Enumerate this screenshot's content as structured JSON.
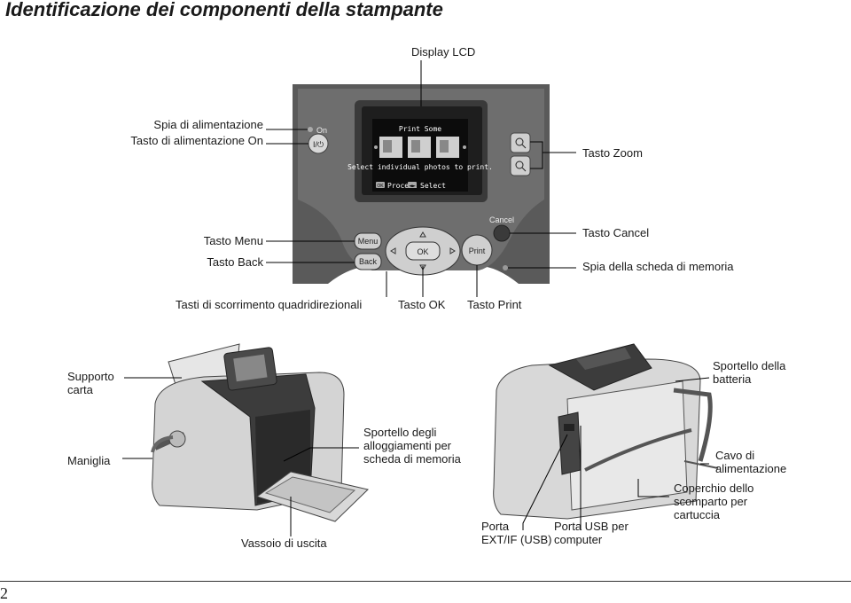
{
  "title": "Identificazione dei componenti della stampante",
  "page_number": "2",
  "panel": {
    "on_label": "On",
    "power_key": "I/⏻",
    "menu_key": "Menu",
    "back_key": "Back",
    "ok_key": "OK",
    "print_key": "Print",
    "cancel_key": "Cancel",
    "screen": {
      "title": "Print Some",
      "instruction": "Select individual photos to print.",
      "ok_hint": "OK",
      "proceed": "Proceed",
      "arrows_hint": "◄►",
      "select": "Select"
    }
  },
  "labels": {
    "display_lcd": "Display LCD",
    "spia_alimentazione": "Spia di alimentazione",
    "tasto_on": "Tasto di alimentazione On",
    "tasto_zoom": "Tasto Zoom",
    "tasto_menu": "Tasto Menu",
    "tasto_back": "Tasto Back",
    "tasto_cancel": "Tasto Cancel",
    "spia_scheda": "Spia della scheda di memoria",
    "tasti_scorrimento": "Tasti di scorrimento quadridirezionali",
    "tasto_ok": "Tasto OK",
    "tasto_print": "Tasto Print",
    "supporto_carta": [
      "Supporto",
      "carta"
    ],
    "maniglia": "Maniglia",
    "sportello_alloggiamenti": [
      "Sportello degli",
      "alloggiamenti per",
      "scheda di memoria"
    ],
    "vassoio_uscita": "Vassoio di uscita",
    "sportello_batteria": [
      "Sportello della",
      "batteria"
    ],
    "cavo_alimentazione": [
      "Cavo di",
      "alimentazione"
    ],
    "coperchio_scomparto": [
      "Coperchio dello",
      "scomparto per",
      "cartuccia"
    ],
    "porta_ext": [
      "Porta",
      "EXT/IF (USB)"
    ],
    "porta_usb": [
      "Porta USB per",
      "computer"
    ]
  }
}
